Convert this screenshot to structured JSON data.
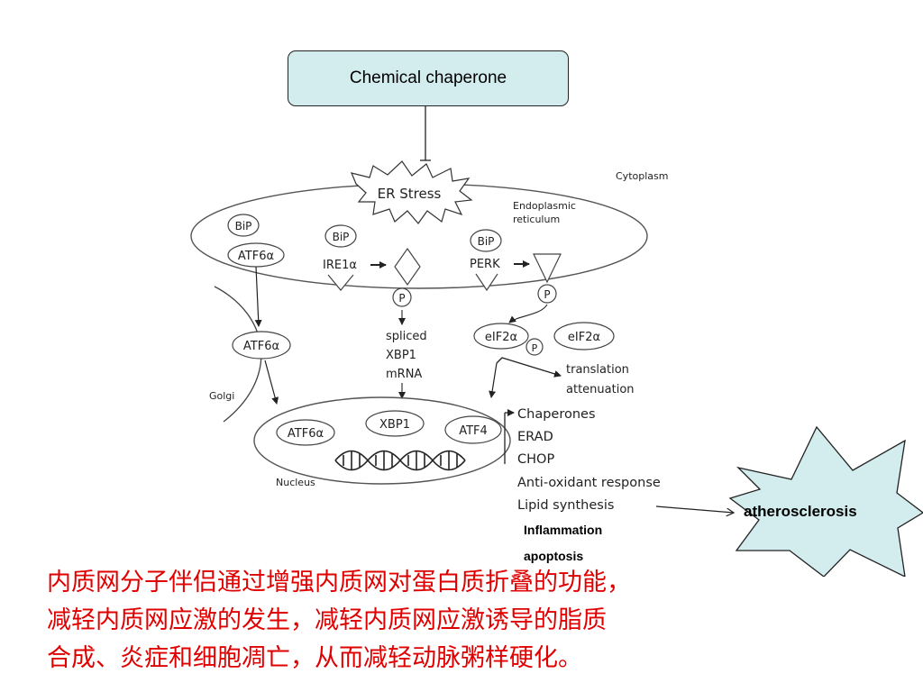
{
  "top_box": {
    "label": "Chemical chaperone"
  },
  "diagram": {
    "er_stress": "ER Stress",
    "cytoplasm": "Cytoplasm",
    "er_label_line1": "Endoplasmic",
    "er_label_line2": "reticulum",
    "golgi": "Golgi",
    "nucleus": "Nucleus",
    "bip": "BiP",
    "atf6a": "ATF6α",
    "ire1a": "IRE1α",
    "perk": "PERK",
    "phospho": "P",
    "spliced_line1": "spliced",
    "spliced_line2": "XBP1",
    "spliced_line3": "mRNA",
    "eif2a": "eIF2α",
    "translation_line1": "translation",
    "translation_line2": "attenuation",
    "xbp1": "XBP1",
    "atf4": "ATF4",
    "outputs": [
      "Chaperones",
      "ERAD",
      "CHOP",
      "Anti-oxidant response",
      "Lipid synthesis"
    ],
    "inflammation": "Inflammation",
    "apoptosis": "apoptosis",
    "atherosclerosis": "atherosclerosis"
  },
  "caption": {
    "line1": "内质网分子伴侣通过增强内质网对蛋白质折叠的功能，",
    "line2": "减轻内质网应激的发生，减轻内质网应激诱导的脂质",
    "line3": "合成、炎症和细胞凋亡，从而减轻动脉粥样硬化。"
  },
  "colors": {
    "box_fill": "#d3ecee",
    "starburst_fill": "#d3ecee",
    "caption_text": "#e00000",
    "line": "#222222"
  }
}
